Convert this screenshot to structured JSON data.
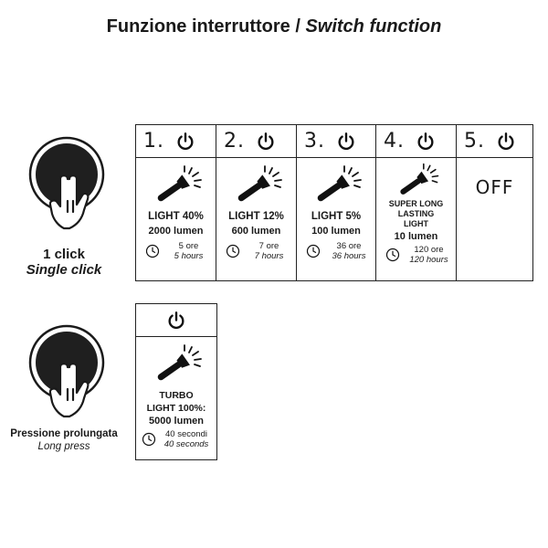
{
  "title": {
    "italian": "Funzione interruttore /",
    "english": "Switch function"
  },
  "single_click": {
    "label_it": "1 click",
    "label_en": "Single click",
    "modes": [
      {
        "number": "1.",
        "level": "LIGHT 40%",
        "lumen": "2000 lumen",
        "time_it": "5 ore",
        "time_en": "5 hours"
      },
      {
        "number": "2.",
        "level": "LIGHT 12%",
        "lumen": "600 lumen",
        "time_it": "7 ore",
        "time_en": "7 hours"
      },
      {
        "number": "3.",
        "level": "LIGHT 5%",
        "lumen": "100 lumen",
        "time_it": "36 ore",
        "time_en": "36 hours"
      },
      {
        "number": "4.",
        "level_lines": [
          "SUPER LONG",
          "LASTING",
          "LIGHT"
        ],
        "lumen": "10 lumen",
        "time_it": "120 ore",
        "time_en": "120 hours"
      },
      {
        "number": "5.",
        "state": "OFF"
      }
    ]
  },
  "long_press": {
    "label_it": "Pressione prolungata",
    "label_en": "Long press",
    "mode": {
      "level_line1": "TURBO",
      "level_line2": "LIGHT 100%:",
      "lumen": "5000 lumen",
      "time_it": "40 secondi",
      "time_en": "40 seconds"
    }
  },
  "icons": [
    "hand-press-button-icon",
    "power-icon",
    "flashlight-icon",
    "clock-icon"
  ]
}
